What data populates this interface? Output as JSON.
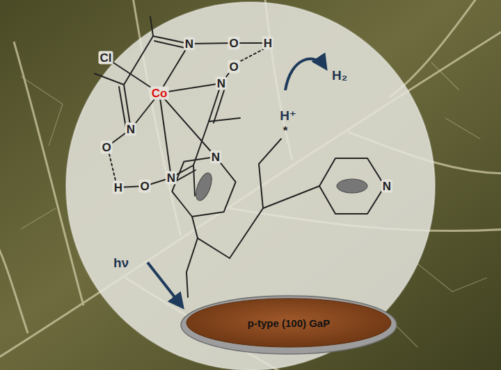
{
  "diagram": {
    "nodes": [
      {
        "text": [
          "p-type (100) GaP"
        ]
      }
    ],
    "labels": [
      "Cl",
      "Co",
      "N",
      "O",
      "H",
      "O",
      "N",
      "N",
      "O",
      "H",
      "O",
      "N",
      "N",
      "N",
      "H⁺",
      "H₂",
      "hν",
      "*"
    ]
  }
}
